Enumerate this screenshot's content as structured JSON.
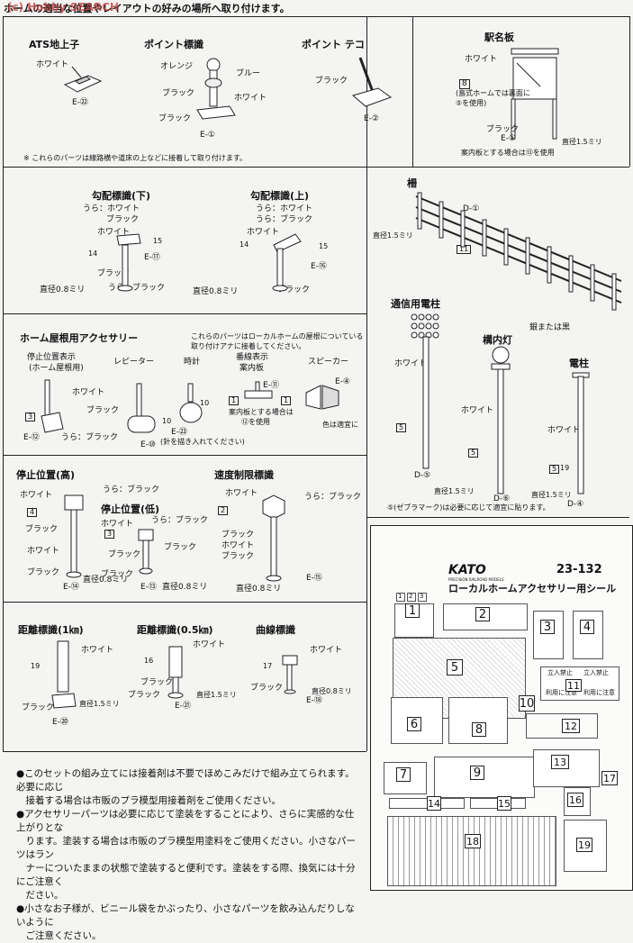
{
  "header": {
    "intro": "ホームの適当な位置やレイアウトの好みの場所へ取り付けます。",
    "watermark": "(c) Hobby SEARCH"
  },
  "labels": {
    "white": "ホワイト",
    "black": "ブラック",
    "orange": "オレンジ",
    "blue": "ブルー",
    "ura_white": "うら：ホワイト",
    "ura_black": "うら：ブラック",
    "d08": "直径0.8ミリ",
    "d15": "直径1.5ミリ"
  },
  "sec1": {
    "ats": "ATS地上子",
    "ats_code": "E-㉒",
    "point": "ポイント標識",
    "point_code": "E-①",
    "lever": "ポイント テコ",
    "lever_code": "E-②",
    "note": "※ これらのパーツは線路横や道床の上などに接着して取り付けます。"
  },
  "ekimei": {
    "title": "駅名板",
    "n8": "8",
    "note1": "(島式ホームでは裏面に",
    "note2": "⑤を使用)",
    "code": "E-⑤",
    "note3": "案内板とする場合は⑬を使用"
  },
  "gradient": {
    "down": "勾配標識(下)",
    "up": "勾配標識(上)",
    "n14": "14",
    "n15": "15",
    "code_down": "E-⑰",
    "code_up": "E-⑯"
  },
  "fence": {
    "title": "柵",
    "code": "D-①",
    "n11": "11"
  },
  "roof": {
    "title": "ホーム屋根用アクセサリー",
    "desc1": "これらのパーツはローカルホームの屋根についている",
    "desc2": "取り付けアナに接着してください。",
    "stop": "停止位置表示",
    "stop2": "(ホーム屋根用)",
    "repeater": "レピーター",
    "clock": "時計",
    "board": "番線表示",
    "board2": "案内板",
    "speaker": "スピーカー",
    "n3": "3",
    "n1": "1",
    "n10": "10",
    "code_stop": "E-⑫",
    "code_rep": "E-⑩",
    "code_clock": "E-㉓",
    "code_board": "E-⑪",
    "code_speaker": "E-④",
    "board_note1": "案内板とする場合は",
    "board_note2": "⑫を使用",
    "clock_note": "(針を描き入れてください)",
    "color_note": "色は適宜に"
  },
  "poles": {
    "tel": "通信用電柱",
    "lamp": "構内灯",
    "lamp_note": "銀または黒",
    "pole": "電柱",
    "n5": "5",
    "n19": "19",
    "code_tel": "D-⑤",
    "code_lamp": "D-⑥",
    "code_pole": "D-④",
    "zebra": "⑤(ゼブラマーク)は必要に応じて適宜に貼ります。"
  },
  "stoppos": {
    "high": "停止位置(高)",
    "low": "停止位置(低)",
    "speed": "速度制限標識",
    "n4": "4",
    "n3": "3",
    "n2": "2",
    "code_high": "E-⑭",
    "code_low": "E-⑬",
    "code_speed": "E-⑮"
  },
  "distance": {
    "d1": "距離標識(1㎞)",
    "d05": "距離標識(0.5㎞)",
    "curve": "曲線標識",
    "n19": "19",
    "n16": "16",
    "n17": "17",
    "code1": "E-⑳",
    "code2": "E-㉑",
    "code3": "E-⑱"
  },
  "notes": [
    "●このセットの組み立てには接着剤は不要でほめこみだけで組み立てられます。必要に応じ",
    "　接着する場合は市販のプラ模型用接着剤をご使用ください。",
    "●アクセサリーパーツは必要に応じて塗装をすることにより、さらに実感的な仕上がりとな",
    "　ります。塗装する場合は市販のプラ模型用塗料をご使用ください。小さなパーツはラン",
    "　ナーについたままの状態で塗装すると便利です。塗装をする際、換気には十分にご注意く",
    "　ださい。",
    "●小さなお子様が、ビニール袋をかぶったり、小さなパーツを飲み込んだりしないように",
    "　ご注意ください。"
  ],
  "sheet": {
    "brand": "KATO",
    "brand_sub": "PRECISION RAILROAD MODELS",
    "product": "23-132",
    "name": "ローカルホームアクセサリー用シール",
    "numbers": [
      "1",
      "2",
      "3",
      "4",
      "5",
      "6",
      "7",
      "8",
      "9",
      "10",
      "11",
      "12",
      "13",
      "14",
      "15",
      "16",
      "17",
      "18",
      "19"
    ],
    "stop_labels": [
      "立入禁止",
      "立入禁止",
      "利用に注意",
      "利用に注意"
    ],
    "mini": [
      "1",
      "2",
      "3"
    ]
  }
}
